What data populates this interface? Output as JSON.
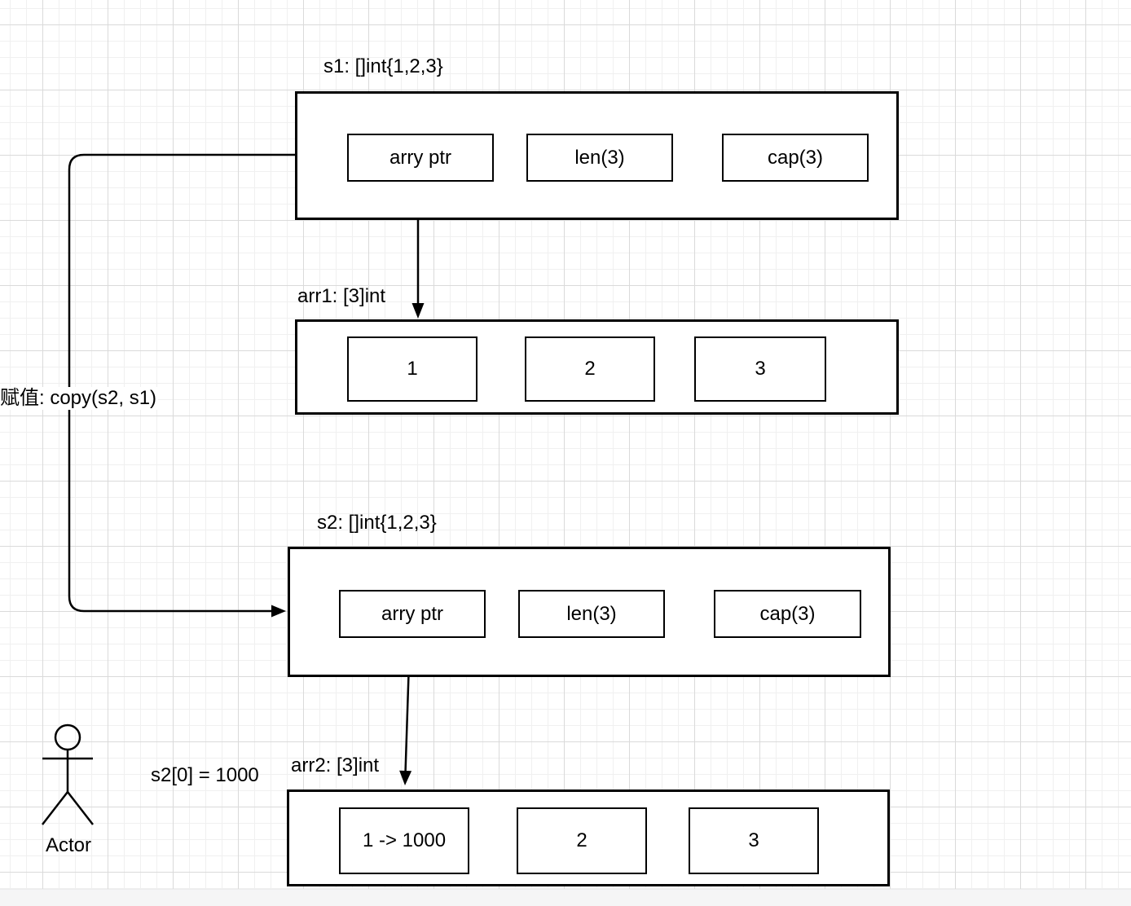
{
  "canvas": {
    "background": "#ffffff",
    "grid_minor_color": "#f0f0f0",
    "grid_major_color": "#dadada",
    "stroke_color": "#000000",
    "offpage_color": "#f5f5f6"
  },
  "s1": {
    "title": "s1: []int{1,2,3}",
    "cells": [
      "arry ptr",
      "len(3)",
      "cap(3)"
    ]
  },
  "arr1": {
    "title": "arr1: [3]int",
    "cells": [
      "1",
      "2",
      "3"
    ]
  },
  "s2": {
    "title": "s2: []int{1,2,3}",
    "cells": [
      "arry ptr",
      "len(3)",
      "cap(3)"
    ]
  },
  "arr2": {
    "title": "arr2: [3]int",
    "cells": [
      "1 -> 1000",
      "2",
      "3"
    ]
  },
  "labels": {
    "copy_edge": "赋值: copy(s2, s1)",
    "assignment": "s2[0] = 1000",
    "actor": "Actor"
  }
}
